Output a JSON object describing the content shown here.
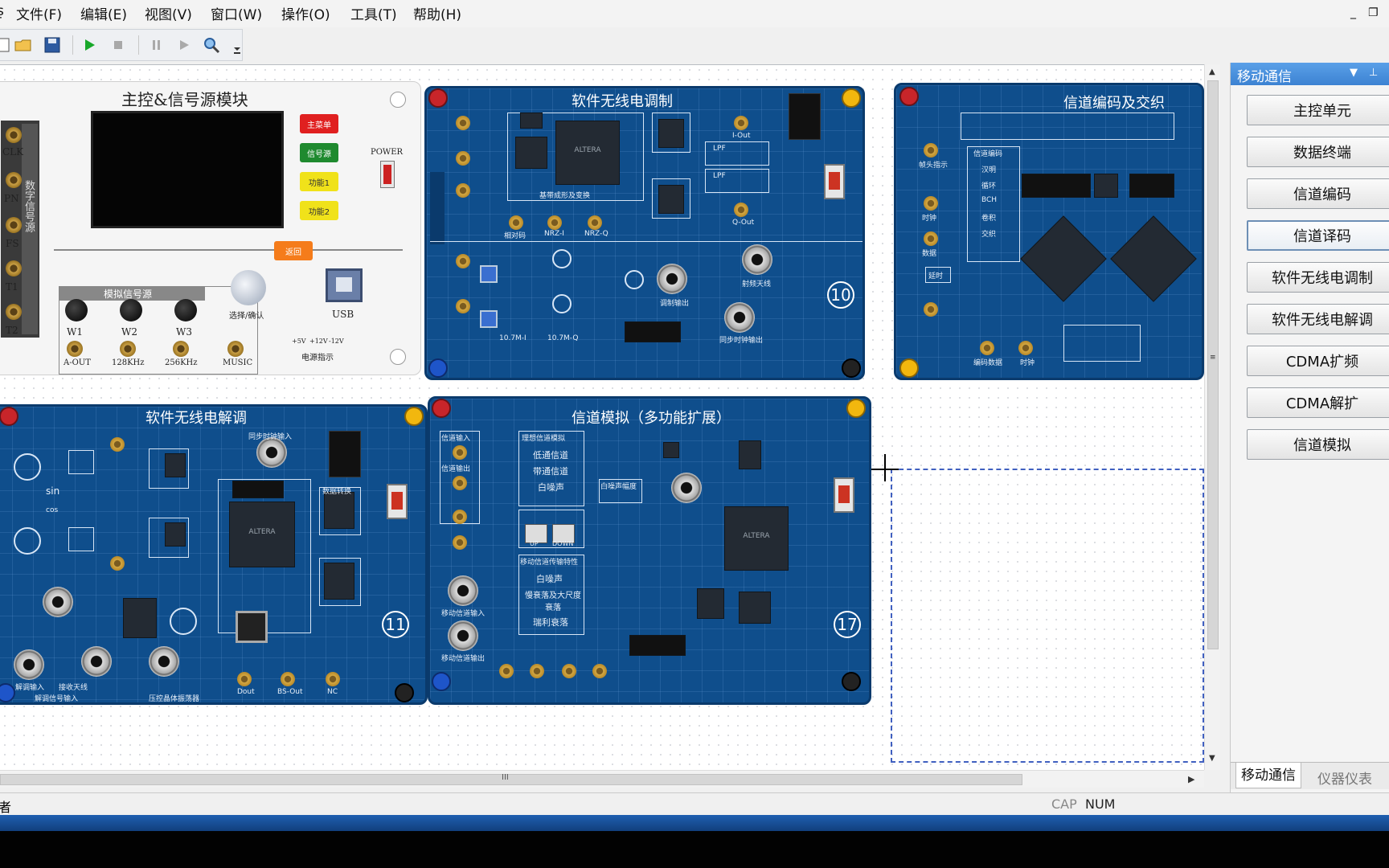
{
  "menu": {
    "items": [
      "文件(F)",
      "编辑(E)",
      "视图(V)",
      "窗口(W)",
      "操作(O)",
      "工具(T)",
      "帮助(H)"
    ],
    "minimize": "_",
    "restore": "❐"
  },
  "toolbar": {
    "icons": [
      "new-file-icon",
      "open-folder-icon",
      "save-icon",
      "run-icon",
      "stop-icon",
      "pause-icon",
      "step-icon",
      "zoom-icon",
      "more-icon"
    ]
  },
  "modules": {
    "main_control": {
      "title": "主控&信号源模块",
      "left_labels": [
        "CLK",
        "PN",
        "FS",
        "T1",
        "T2"
      ],
      "vertical_label": "数字信号源",
      "buttons": [
        "主菜单",
        "信号源",
        "功能1",
        "功能2"
      ],
      "return_button": "返回",
      "power_label": "POWER",
      "analog_source_label": "模拟信号源",
      "knob_labels": [
        "W1",
        "W2",
        "W3"
      ],
      "select_confirm_label": "选择/确认",
      "usb_label": "USB",
      "jack_labels": [
        "A-OUT",
        "128KHz",
        "256KHz",
        "MUSIC"
      ],
      "power_indicator_label": "电源指示",
      "voltages": [
        "+5V",
        "+12V",
        "-12V"
      ]
    },
    "modulator": {
      "title": "软件无线电调制",
      "badge": "10",
      "labels": [
        "基带成形及变换",
        "I-Out",
        "Q-Out",
        "LPF",
        "LPF",
        "调制输出",
        "射频天线",
        "同步时钟输出",
        "相对码",
        "NRZ-I",
        "NRZ-Q",
        "10.7M-I",
        "10.7M-Q"
      ]
    },
    "channel_coding": {
      "title": "信道编码及交织",
      "labels": [
        "信道编码",
        "汉明",
        "循环",
        "BCH",
        "卷积",
        "交织",
        "帧头指示",
        "时钟",
        "数据",
        "延时",
        "编码数据",
        "时钟"
      ]
    },
    "demodulator": {
      "title": "软件无线电解调",
      "badge": "11",
      "labels": [
        "sin",
        "cos",
        "解调输入",
        "接收天线",
        "解调信号输入",
        "压控晶体振荡器",
        "同步时钟输入",
        "数据转换",
        "Dout",
        "BS-Out",
        "NC"
      ]
    },
    "channel_sim": {
      "title": "信道模拟（多功能扩展）",
      "badge": "17",
      "labels": [
        "信道输入",
        "信道输出",
        "理想信道模拟",
        "低通信道",
        "带通信道",
        "白噪声",
        "白噪声幅度",
        "移动信道传输特性",
        "白噪声",
        "慢衰落及大尺度衰落",
        "瑞利衰落",
        "UP",
        "DOWN",
        "移动信道输入",
        "移动信道输出"
      ]
    }
  },
  "side_panel": {
    "title": "移动通信",
    "buttons": [
      "主控单元",
      "数据终端",
      "信道编码",
      "信道译码",
      "软件无线电调制",
      "软件无线电解调",
      "CDMA扩频",
      "CDMA解扩",
      "信道模拟"
    ],
    "selected_button": "信道译码",
    "tabs": [
      "移动通信",
      "仪器仪表"
    ],
    "active_tab": "移动通信"
  },
  "statusbar": {
    "left_text": "者",
    "cap": "CAP",
    "num": "NUM"
  },
  "colors": {
    "pcb_blue": "#0f4e8c",
    "panel_header_blue": "#3c82d2",
    "selection_dash": "#4060c0"
  }
}
